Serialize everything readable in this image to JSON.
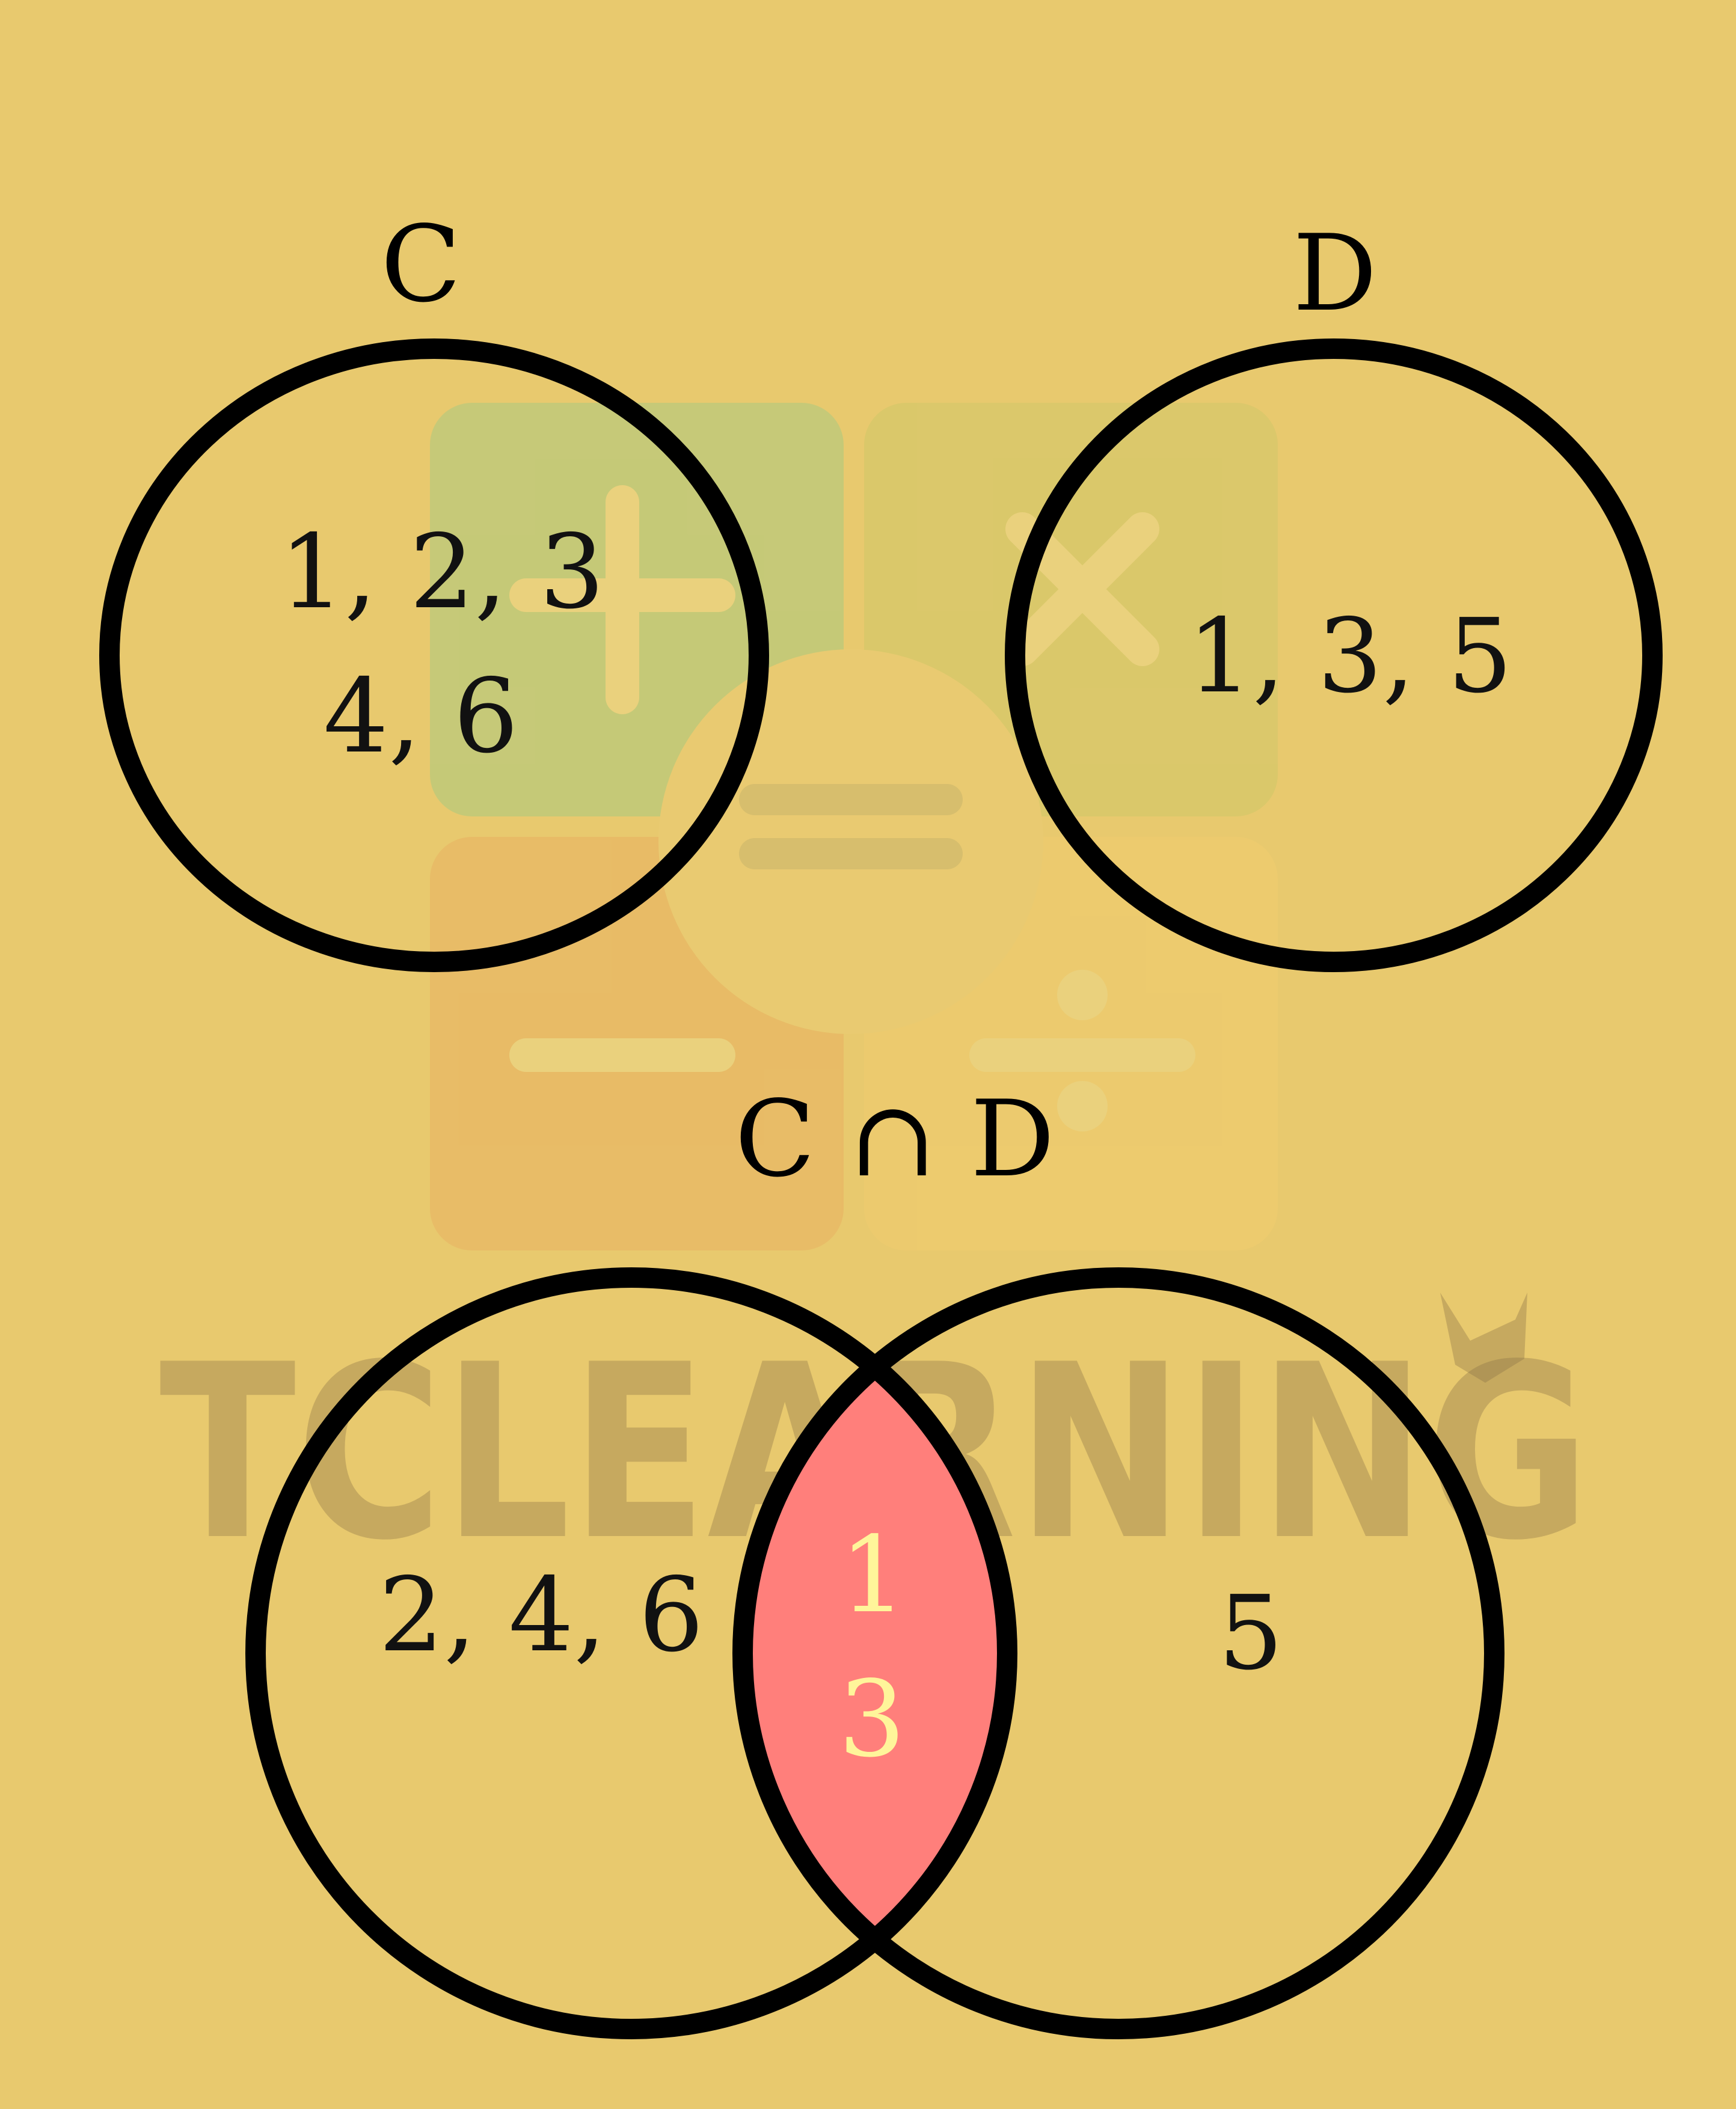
{
  "background_color": "#E8C96E",
  "watermark": {
    "brand_text": "TCLEARNING",
    "tile_colors": [
      "#C2C979",
      "#D9C86A",
      "#E8BA66",
      "#EDCB6E"
    ],
    "symbol_icons": [
      "plus-icon",
      "times-icon",
      "equals-icon",
      "minus-icon",
      "divide-icon"
    ]
  },
  "set_c": {
    "label": "C",
    "elements_line1": "1, 2, 3",
    "elements_line2": "4, 6"
  },
  "set_d": {
    "label": "D",
    "elements": "1, 3, 5"
  },
  "intersection": {
    "title": "C ∩ D",
    "only_c": "2, 4, 6",
    "shared_line1": "1",
    "shared_line2": "3",
    "only_d": "5",
    "highlight_color": "#FF7F7B",
    "highlight_text_color": "#FFF59A"
  }
}
